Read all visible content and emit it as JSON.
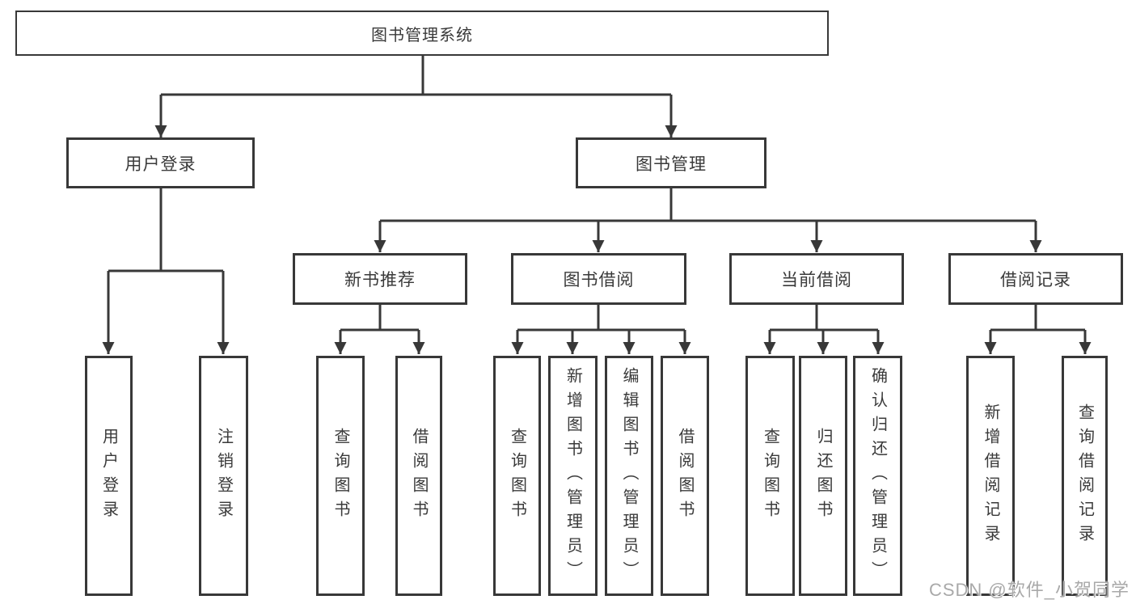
{
  "diagram_title": "图书管理系统",
  "tree": {
    "root": {
      "label": "图书管理系统"
    },
    "branches": [
      {
        "label": "用户登录",
        "children": [
          {
            "label": "用户登录"
          },
          {
            "label": "注销登录"
          }
        ]
      },
      {
        "label": "图书管理",
        "sections": [
          {
            "label": "新书推荐",
            "children": [
              {
                "label": "查询图书"
              },
              {
                "label": "借阅图书"
              }
            ]
          },
          {
            "label": "图书借阅",
            "children": [
              {
                "label": "查询图书"
              },
              {
                "label": "新增图书（管理员）"
              },
              {
                "label": "编辑图书（管理员）"
              },
              {
                "label": "借阅图书"
              }
            ]
          },
          {
            "label": "当前借阅",
            "children": [
              {
                "label": "查询图书"
              },
              {
                "label": "归还图书"
              },
              {
                "label": "确认归还（管理员）"
              }
            ]
          },
          {
            "label": "借阅记录",
            "children": [
              {
                "label": "新增借阅记录"
              },
              {
                "label": "查询借阅记录"
              }
            ]
          }
        ]
      }
    ]
  },
  "watermark": "CSDN @软件_小贺同学",
  "colors": {
    "line": "#383838",
    "text": "#3a3a3a",
    "background": "#ffffff",
    "watermark": "#a9a9a9"
  }
}
